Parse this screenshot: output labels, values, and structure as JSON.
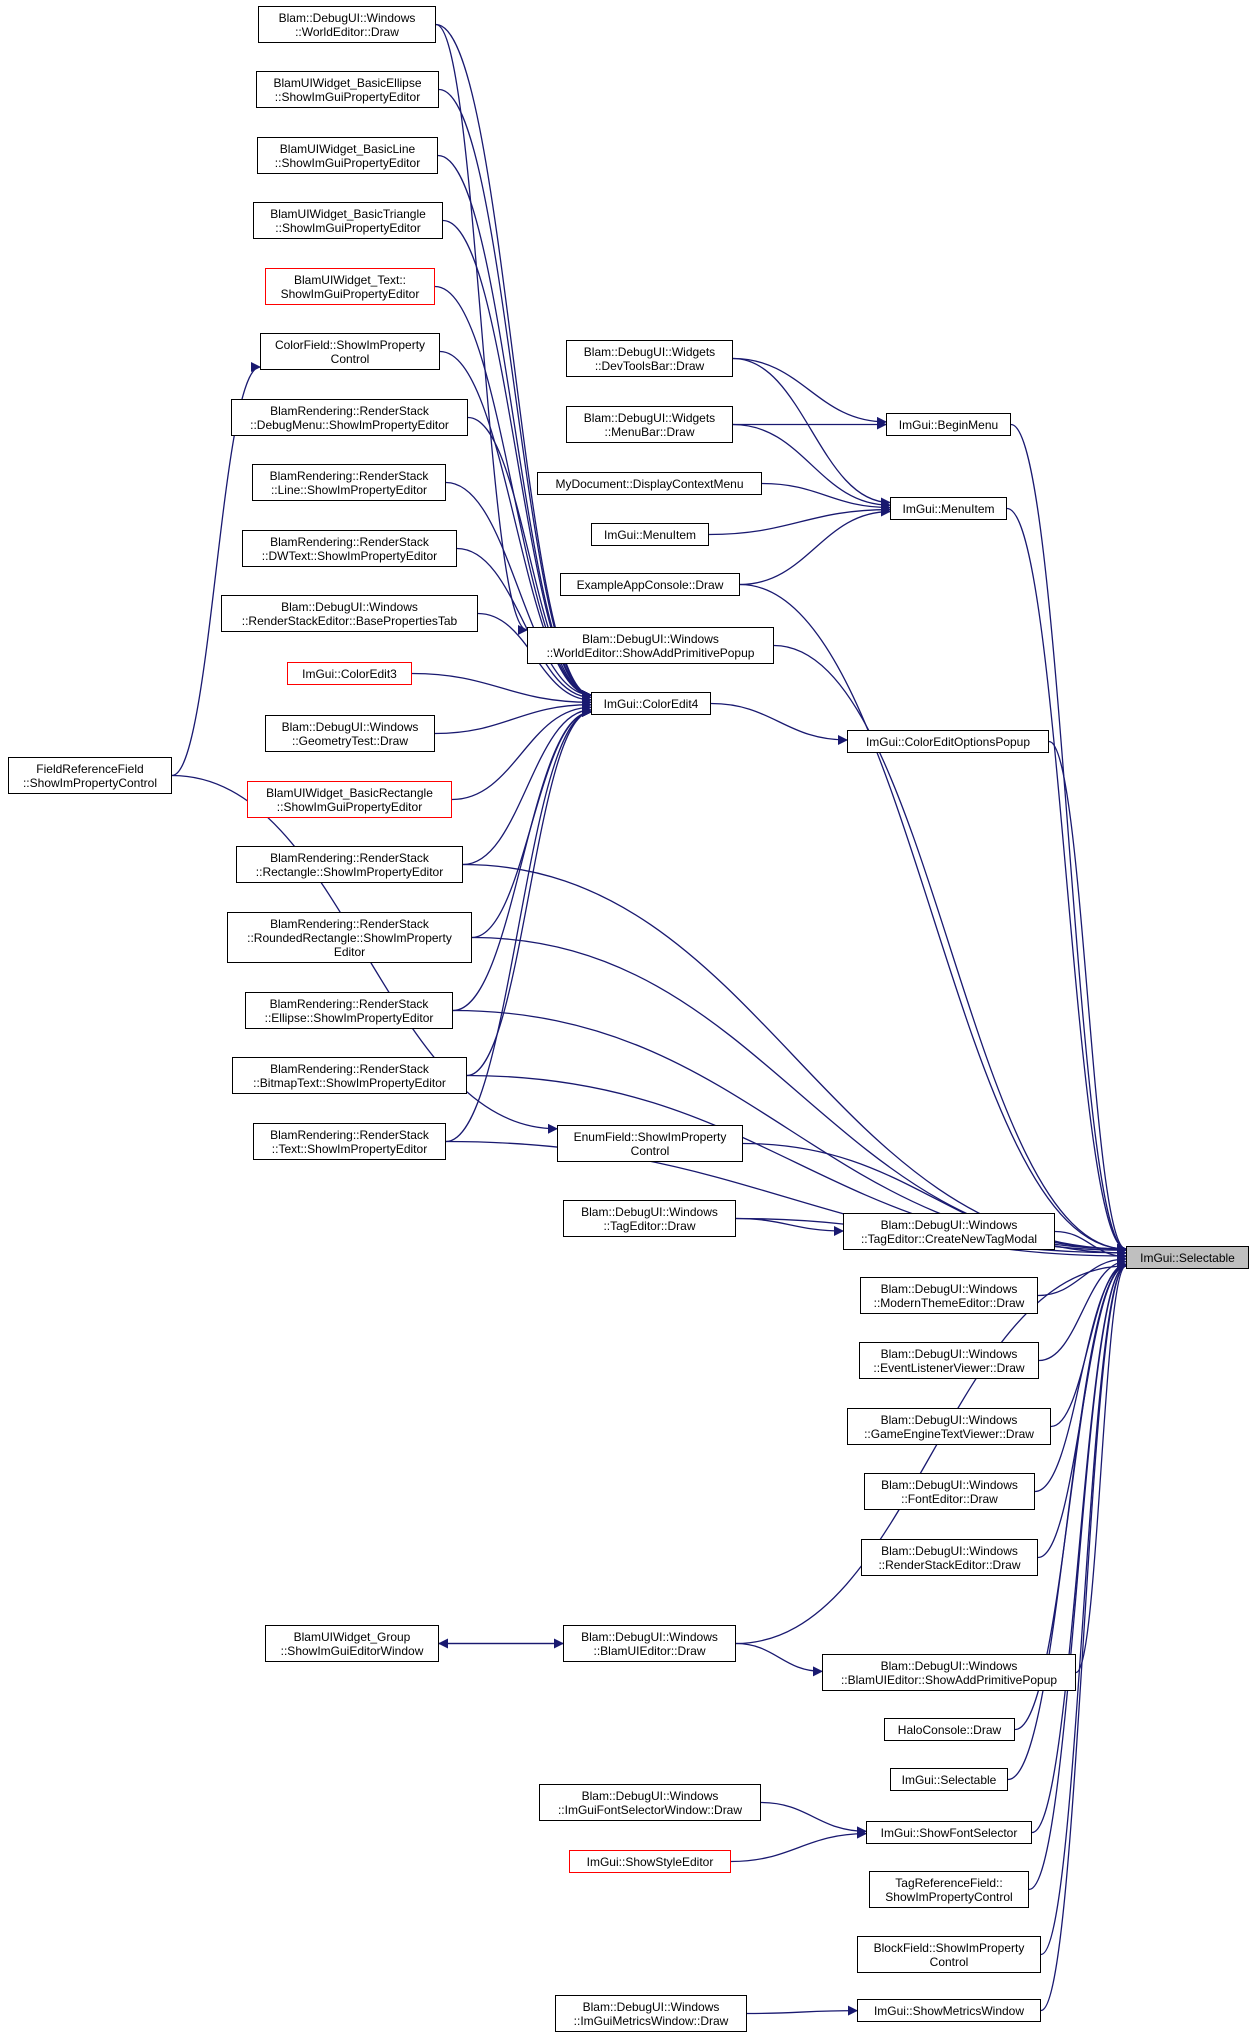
{
  "colors": {
    "edge": "#191970",
    "node_border": "#000000",
    "truncated_border": "#ff0000",
    "focus_fill": "#bfbfbf"
  },
  "nodes": {
    "worldeditor_draw": {
      "lines": [
        "Blam::DebugUI::Windows",
        "::WorldEditor::Draw"
      ]
    },
    "basicellipse": {
      "lines": [
        "BlamUIWidget_BasicEllipse",
        "::ShowImGuiPropertyEditor"
      ]
    },
    "basicline": {
      "lines": [
        "BlamUIWidget_BasicLine",
        "::ShowImGuiPropertyEditor"
      ]
    },
    "basictriangle": {
      "lines": [
        "BlamUIWidget_BasicTriangle",
        "::ShowImGuiPropertyEditor"
      ]
    },
    "widget_text": {
      "lines": [
        "BlamUIWidget_Text::",
        "ShowImGuiPropertyEditor"
      ]
    },
    "colorfield": {
      "lines": [
        "ColorField::ShowImProperty",
        "Control"
      ]
    },
    "rs_debugmenu": {
      "lines": [
        "BlamRendering::RenderStack",
        "::DebugMenu::ShowImPropertyEditor"
      ]
    },
    "rs_line": {
      "lines": [
        "BlamRendering::RenderStack",
        "::Line::ShowImPropertyEditor"
      ]
    },
    "rs_dwtext": {
      "lines": [
        "BlamRendering::RenderStack",
        "::DWText::ShowImPropertyEditor"
      ]
    },
    "rse_basetab": {
      "lines": [
        "Blam::DebugUI::Windows",
        "::RenderStackEditor::BasePropertiesTab"
      ]
    },
    "coloredit3": {
      "lines": [
        "ImGui::ColorEdit3"
      ]
    },
    "geometrytest": {
      "lines": [
        "Blam::DebugUI::Windows",
        "::GeometryTest::Draw"
      ]
    },
    "basicrect": {
      "lines": [
        "BlamUIWidget_BasicRectangle",
        "::ShowImGuiPropertyEditor"
      ]
    },
    "rs_rect": {
      "lines": [
        "BlamRendering::RenderStack",
        "::Rectangle::ShowImPropertyEditor"
      ]
    },
    "rs_roundrect": {
      "lines": [
        "BlamRendering::RenderStack",
        "::RoundedRectangle::ShowImProperty",
        "Editor"
      ]
    },
    "rs_ellipse": {
      "lines": [
        "BlamRendering::RenderStack",
        "::Ellipse::ShowImPropertyEditor"
      ]
    },
    "rs_bitmaptext": {
      "lines": [
        "BlamRendering::RenderStack",
        "::BitmapText::ShowImPropertyEditor"
      ]
    },
    "rs_text": {
      "lines": [
        "BlamRendering::RenderStack",
        "::Text::ShowImPropertyEditor"
      ]
    },
    "fieldref": {
      "lines": [
        "FieldReferenceField",
        "::ShowImPropertyControl"
      ]
    },
    "devtoolsbar": {
      "lines": [
        "Blam::DebugUI::Widgets",
        "::DevToolsBar::Draw"
      ]
    },
    "menubar": {
      "lines": [
        "Blam::DebugUI::Widgets",
        "::MenuBar::Draw"
      ]
    },
    "displayctx": {
      "lines": [
        "MyDocument::DisplayContextMenu"
      ]
    },
    "menuitem_caller": {
      "lines": [
        "ImGui::MenuItem"
      ]
    },
    "exampleconsole": {
      "lines": [
        "ExampleAppConsole::Draw"
      ]
    },
    "we_addprim": {
      "lines": [
        "Blam::DebugUI::Windows",
        "::WorldEditor::ShowAddPrimitivePopup"
      ]
    },
    "coloredit4": {
      "lines": [
        "ImGui::ColorEdit4"
      ]
    },
    "beginmenu": {
      "lines": [
        "ImGui::BeginMenu"
      ]
    },
    "menuitem": {
      "lines": [
        "ImGui::MenuItem"
      ]
    },
    "coloreditpopup": {
      "lines": [
        "ImGui::ColorEditOptionsPopup"
      ]
    },
    "enumfield": {
      "lines": [
        "EnumField::ShowImProperty",
        "Control"
      ]
    },
    "tageditor_draw": {
      "lines": [
        "Blam::DebugUI::Windows",
        "::TagEditor::Draw"
      ]
    },
    "tageditor_newtag": {
      "lines": [
        "Blam::DebugUI::Windows",
        "::TagEditor::CreateNewTagModal"
      ]
    },
    "selectable": {
      "lines": [
        "ImGui::Selectable"
      ]
    },
    "modernthemeed": {
      "lines": [
        "Blam::DebugUI::Windows",
        "::ModernThemeEditor::Draw"
      ]
    },
    "eventlistener": {
      "lines": [
        "Blam::DebugUI::Windows",
        "::EventListenerViewer::Draw"
      ]
    },
    "gameenginetext": {
      "lines": [
        "Blam::DebugUI::Windows",
        "::GameEngineTextViewer::Draw"
      ]
    },
    "fonteditor": {
      "lines": [
        "Blam::DebugUI::Windows",
        "::FontEditor::Draw"
      ]
    },
    "rendersteditor": {
      "lines": [
        "Blam::DebugUI::Windows",
        "::RenderStackEditor::Draw"
      ]
    },
    "group_editor": {
      "lines": [
        "BlamUIWidget_Group",
        "::ShowImGuiEditorWindow"
      ]
    },
    "blamuieditor": {
      "lines": [
        "Blam::DebugUI::Windows",
        "::BlamUIEditor::Draw"
      ]
    },
    "bue_addprim": {
      "lines": [
        "Blam::DebugUI::Windows",
        "::BlamUIEditor::ShowAddPrimitivePopup"
      ]
    },
    "haloconsole": {
      "lines": [
        "HaloConsole::Draw"
      ]
    },
    "selectable2": {
      "lines": [
        "ImGui::Selectable"
      ]
    },
    "fontselectorwin": {
      "lines": [
        "Blam::DebugUI::Windows",
        "::ImGuiFontSelectorWindow::Draw"
      ]
    },
    "showfontsel": {
      "lines": [
        "ImGui::ShowFontSelector"
      ]
    },
    "styleeditor": {
      "lines": [
        "ImGui::ShowStyleEditor"
      ]
    },
    "tagreffield": {
      "lines": [
        "TagReferenceField::",
        "ShowImPropertyControl"
      ]
    },
    "blockfield": {
      "lines": [
        "BlockField::ShowImProperty",
        "Control"
      ]
    },
    "metricswin_draw": {
      "lines": [
        "Blam::DebugUI::Windows",
        "::ImGuiMetricsWindow::Draw"
      ]
    },
    "metricswin": {
      "lines": [
        "ImGui::ShowMetricsWindow"
      ]
    }
  }
}
